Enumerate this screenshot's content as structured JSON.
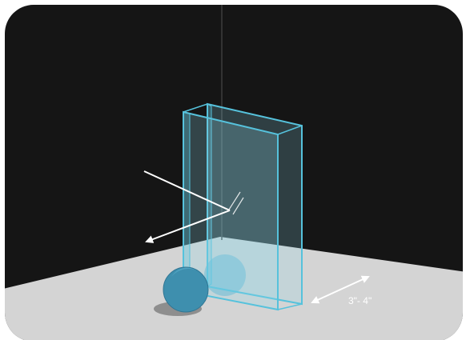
{
  "scene": {
    "colors": {
      "background": "#151515",
      "floor": "#d4d4d4",
      "glass_stroke": "#56c2dc",
      "glass_fill": "#8fd6e8",
      "ball": "#3e8fae",
      "ball_highlight": "#5fb3cf",
      "shadow": "#8e8e8e",
      "arrow": "#ffffff"
    },
    "dimension": {
      "label": "3\"- 4\""
    },
    "icons": [
      "incoming-light-arrow",
      "reflected-light-arrow",
      "reflection-glint",
      "gap-dimension-arrow"
    ]
  }
}
